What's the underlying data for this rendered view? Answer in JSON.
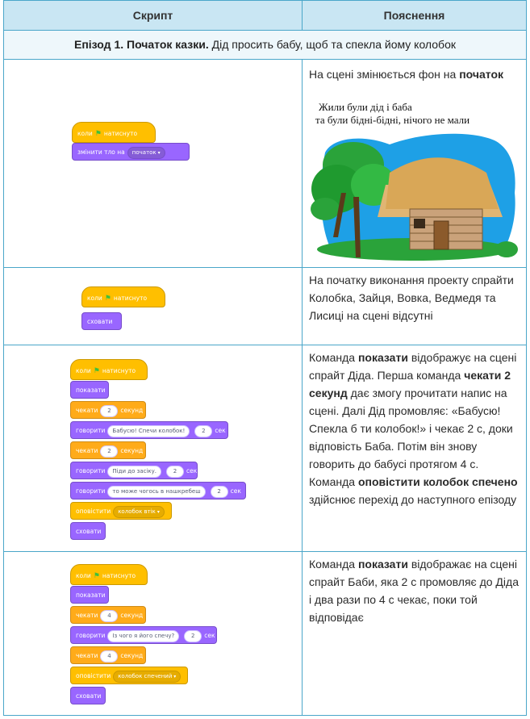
{
  "header": {
    "col_script": "Скрипт",
    "col_explanation": "Пояснення"
  },
  "episode": {
    "title_bold": "Епізод 1. Початок казки.",
    "title_rest": " Дід просить бабу, щоб та спекла йому колобок"
  },
  "rows": [
    {
      "explanation_parts": [
        {
          "t": "На сцені змінюється фон на ",
          "b": false
        },
        {
          "t": "початок",
          "b": true
        }
      ],
      "scene_text_1": "Жили були дід і баба",
      "scene_text_2": "та були бідні-бідні, нічого не мали",
      "blocks": {
        "hat": "коли",
        "hat_end": "натиснуто",
        "b1": "змінити тло на",
        "b1_dd": "початок"
      }
    },
    {
      "explanation": "На початку виконання проекту спрайти Колобка, Зайця, Вовка, Ведмедя та Лисиці на сцені відсутні",
      "blocks": {
        "hat": "коли",
        "hat_end": "натиснуто",
        "b1": "сховати"
      }
    },
    {
      "explanation_parts": [
        {
          "t": "Команда ",
          "b": false
        },
        {
          "t": "показати",
          "b": true
        },
        {
          "t": " відображує на сцені спрайт Діда. Перша команда ",
          "b": false
        },
        {
          "t": "чекати 2 секунд",
          "b": true
        },
        {
          "t": " дає змогу прочитати напис на сцені. Далі Дід промовляє: «Бабусю! Спекла б ти колобок!» і чекає 2 с, доки відповість Баба. Потім він знову говорить до бабусі протягом 4 с. Команда ",
          "b": false
        },
        {
          "t": "оповістити колобок спечено",
          "b": true
        },
        {
          "t": " здійснює перехід до наступного епізоду",
          "b": false
        }
      ],
      "blocks": {
        "hat": "коли",
        "hat_end": "натиснуто",
        "show": "показати",
        "wait": "чекати",
        "wait_n": "2",
        "sec": "секунд",
        "say": "говорити",
        "say1": "Бабусю! Спечи колобок!",
        "say1_n": "2",
        "sec_short": "сек",
        "wait2_n": "2",
        "say2": "Піди до засіку.",
        "say2_n": "2",
        "say3": "то може чогось в нашкребеш",
        "say3_n": "2",
        "broadcast": "оповістити",
        "broadcast_dd": "колобок втік",
        "hide": "сховати"
      }
    },
    {
      "explanation_parts": [
        {
          "t": "Команда ",
          "b": false
        },
        {
          "t": "показати",
          "b": true
        },
        {
          "t": " відображає на сцені спрайт Баби, яка 2 с промовляє до Діда і два рази по 4 с чекає, поки той відповідає",
          "b": false
        }
      ],
      "blocks": {
        "hat": "коли",
        "hat_end": "натиснуто",
        "show": "показати",
        "wait": "чекати",
        "wait_n": "4",
        "sec": "секунд",
        "say": "говорити",
        "say1": "Із чого я його спечу?",
        "say1_n": "2",
        "sec_short": "сек",
        "wait2_n": "4",
        "broadcast": "оповістити",
        "broadcast_dd": "колобок спечений",
        "hide": "сховати"
      }
    }
  ],
  "colors": {
    "border": "#4aa6c9",
    "header_bg": "#c9e6f3",
    "events": "#ffbf00",
    "looks": "#9966ff",
    "control": "#ffab19",
    "sky": "#1ea0e6"
  }
}
